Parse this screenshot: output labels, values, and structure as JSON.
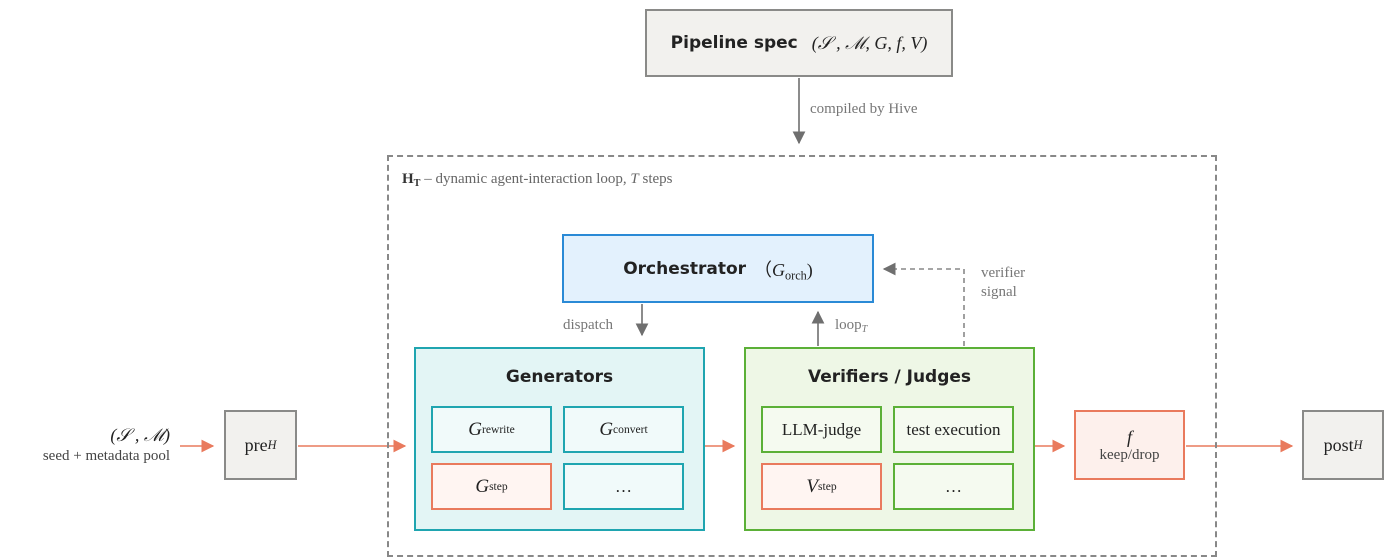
{
  "spec": {
    "title": "Pipeline spec",
    "math": "(𝒮 , ℳ, G, f, V)"
  },
  "compiled": "compiled by Hive",
  "frame": {
    "label_bold": "H",
    "label_sub": "T",
    "label_rest": " – dynamic agent-interaction loop, ",
    "label_T": "T",
    "label_end": " steps"
  },
  "orch": {
    "title": "Orchestrator",
    "sym_open": "（",
    "sym": "G",
    "sym_sub": "orch",
    "sym_close": ")"
  },
  "dispatch": "dispatch",
  "loop": {
    "text": "loop",
    "sub": "T"
  },
  "verifier_signal": [
    "verifier",
    "signal"
  ],
  "generators": {
    "title": "Generators",
    "cells": [
      {
        "sym": "G",
        "sub": "rewrite"
      },
      {
        "sym": "G",
        "sub": "convert"
      },
      {
        "sym": "G",
        "sub": "step"
      },
      {
        "text": "…"
      }
    ]
  },
  "verifiers": {
    "title": "Verifiers / Judges",
    "cells": [
      {
        "text": "LLM-judge"
      },
      {
        "text": "test execution"
      },
      {
        "sym": "V",
        "sub": "step"
      },
      {
        "text": "…"
      }
    ]
  },
  "input": {
    "math": "(𝒮 , ℳ)",
    "label": "seed + metadata pool"
  },
  "pre": {
    "text": "pre",
    "sub": "H"
  },
  "filter": {
    "sym": "f",
    "label": "keep/drop"
  },
  "post": {
    "text": "post",
    "sub": "H"
  },
  "colors": {
    "gray": "#777777",
    "teal": "#1fa5b0",
    "green": "#5bb037",
    "blue": "#2a8ad6",
    "red": "#e97a5d"
  }
}
